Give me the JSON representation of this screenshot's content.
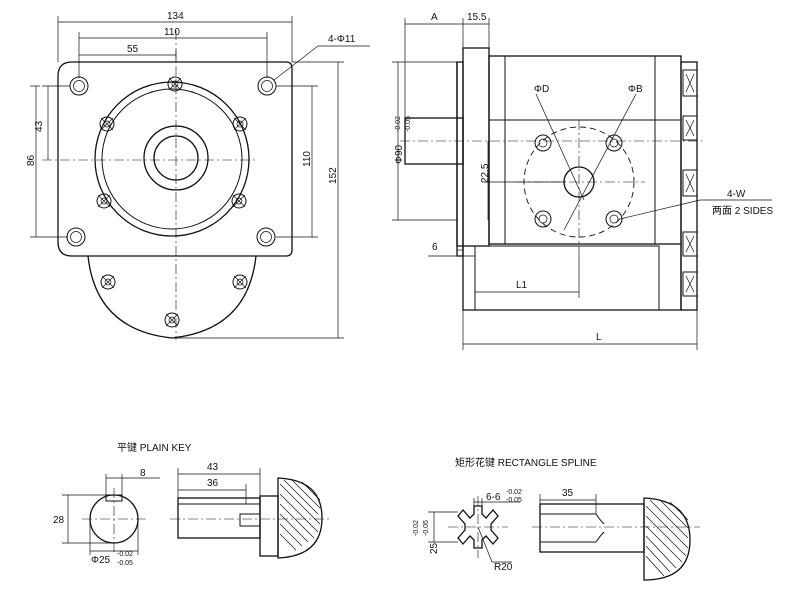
{
  "front_view": {
    "dim_134": "134",
    "dim_110_top": "110",
    "dim_55": "55",
    "dim_43": "43",
    "dim_86": "86",
    "dim_110_side": "110",
    "dim_152": "152",
    "hole_callout": "4-Φ11"
  },
  "side_view": {
    "dim_A": "A",
    "dim_15_5": "15.5",
    "dia_90": "Φ90",
    "dia_90_tol_upper": "-0.02",
    "dia_90_tol_lower": "-0.05",
    "dim_22_5": "22.5",
    "dim_6": "6",
    "dim_L1": "L1",
    "dim_L": "L",
    "label_phiD": "ΦD",
    "label_phiB": "ΦB",
    "callout_4W": "4-W",
    "callout_2sides": "两面 2 SIDES"
  },
  "plain_key": {
    "title": "平键 PLAIN KEY",
    "dim_8": "8",
    "dim_28": "28",
    "dia_25": "Φ25",
    "dia_25_tol_upper": "-0.02",
    "dia_25_tol_lower": "-0.05",
    "dim_43": "43",
    "dim_36": "36"
  },
  "rect_spline": {
    "title": "矩形花键  RECTANGLE  SPLINE",
    "dim_6_6": "6-6",
    "dim_6_6_tol_upper": "-0.02",
    "dim_6_6_tol_lower": "-0.05",
    "dim_25": "25",
    "dim_25_tol_upper": "-0.02",
    "dim_25_tol_lower": "-0.05",
    "radius": "R20",
    "dim_35": "35"
  }
}
